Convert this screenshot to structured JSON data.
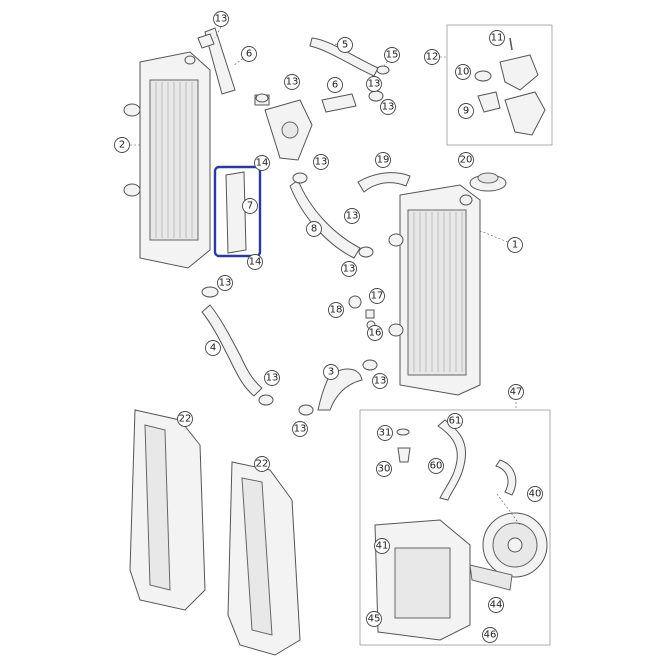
{
  "diagram": {
    "callouts": [
      "13",
      "6",
      "5",
      "15",
      "12",
      "11",
      "10",
      "9",
      "2",
      "13",
      "13",
      "6",
      "13",
      "14",
      "7",
      "14",
      "13",
      "19",
      "20",
      "1",
      "8",
      "13",
      "13",
      "17",
      "18",
      "16",
      "4",
      "13",
      "13",
      "3",
      "13",
      "47",
      "22",
      "31",
      "61",
      "22",
      "30",
      "60",
      "40",
      "41",
      "44",
      "45",
      "46",
      "13"
    ],
    "highlight_color": "#2a3a9e"
  }
}
